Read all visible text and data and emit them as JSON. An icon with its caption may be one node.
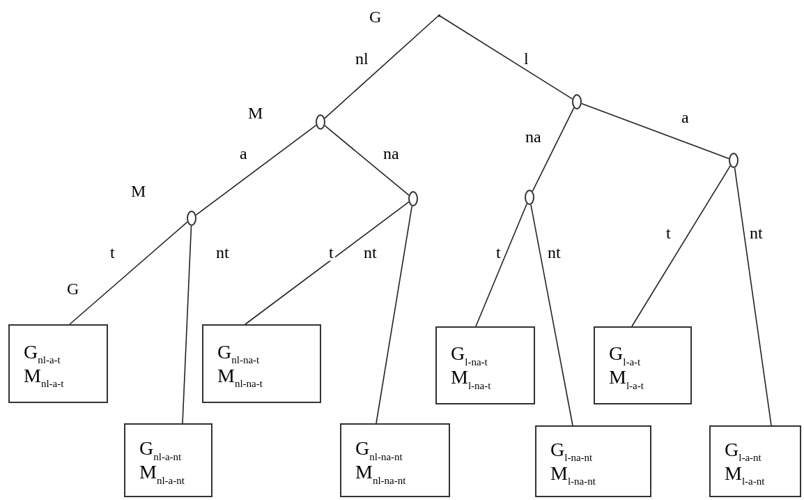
{
  "diagram": {
    "nodes": [
      {
        "text": [],
        "shape": "point",
        "beside": [
          "G"
        ]
      },
      {
        "text": [],
        "shape": "circle",
        "beside": [
          "M"
        ]
      },
      {
        "text": [],
        "shape": "circle"
      },
      {
        "text": [],
        "shape": "circle",
        "beside": [
          "M"
        ]
      },
      {
        "text": [],
        "shape": "circle"
      },
      {
        "text": [],
        "shape": "circle"
      },
      {
        "text": [],
        "shape": "circle"
      },
      {
        "text": [
          "G$_{nl-a-t}$",
          "M$_{nl-a-t}$"
        ]
      },
      {
        "text": [
          "G$_{nl-a-nt}$",
          "M$_{nl-a-nt}$"
        ]
      },
      {
        "text": [
          "G$_{nl-na-t}$",
          "M$_{nl-na-t}$"
        ]
      },
      {
        "text": [
          "G$_{nl-na-nt}$",
          "M$_{nl-na-nt}$"
        ]
      },
      {
        "text": [
          "G$_{l-na-t}$",
          "M$_{l-na-t}$"
        ]
      },
      {
        "text": [
          "G$_{l-na-nt}$",
          "M$_{l-na-nt}$"
        ]
      },
      {
        "text": [
          "G$_{l-a-t}$",
          "M$_{l-a-t}$"
        ]
      },
      {
        "text": [
          "G$_{l-a-nt}$",
          "M$_{l-a-nt}$"
        ]
      }
    ],
    "edges": [
      {
        "from": 0,
        "to": 1,
        "arrow": "none",
        "label": "nl"
      },
      {
        "from": 0,
        "to": 2,
        "arrow": "none",
        "label": "l"
      },
      {
        "from": 1,
        "to": 3,
        "arrow": "none",
        "label": "a"
      },
      {
        "from": 1,
        "to": 4,
        "arrow": "none",
        "label": "na"
      },
      {
        "from": 2,
        "to": 5,
        "arrow": "none",
        "label": "na"
      },
      {
        "from": 2,
        "to": 6,
        "arrow": "none",
        "label": "a"
      },
      {
        "from": 3,
        "to": 7,
        "arrow": "none",
        "label": "t"
      },
      {
        "from": 3,
        "to": 8,
        "arrow": "none",
        "label": "nt"
      },
      {
        "from": 4,
        "to": 9,
        "arrow": "none",
        "label": "t"
      },
      {
        "from": 4,
        "to": 10,
        "arrow": "none",
        "label": "nt"
      },
      {
        "from": 5,
        "to": 11,
        "arrow": "none",
        "label": "t"
      },
      {
        "from": 5,
        "to": 12,
        "arrow": "none",
        "label": "nt"
      },
      {
        "from": 6,
        "to": 13,
        "arrow": "none",
        "label": "t"
      },
      {
        "from": 6,
        "to": 14,
        "arrow": "none",
        "label": "nt"
      }
    ],
    "labels": [
      "G"
    ]
  }
}
